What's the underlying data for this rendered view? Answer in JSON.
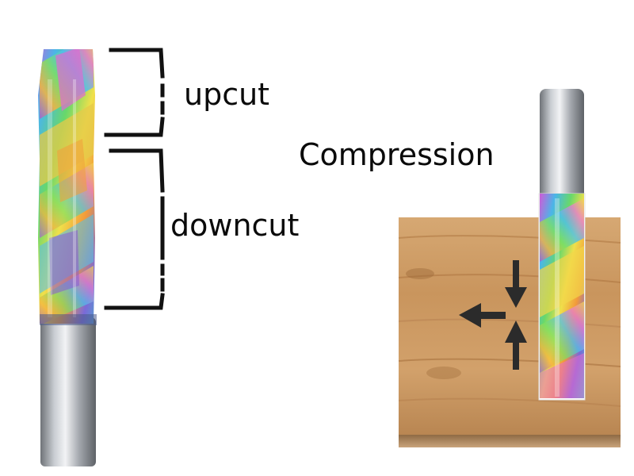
{
  "labels": {
    "upcut": "upcut",
    "downcut": "downcut",
    "compression": "Compression"
  },
  "colors": {
    "text": "#0a0a0a",
    "bracket": "#111111",
    "wood_light": "#cfa06b",
    "wood_dark": "#a8743f",
    "shank": "#a9adb3",
    "arrow": "#2b2b2b"
  },
  "icons": {
    "bit_left": "compression-router-bit",
    "bit_right": "compression-router-bit-in-wood",
    "arrows": [
      "arrow-down-icon",
      "arrow-up-icon",
      "arrow-left-icon"
    ]
  }
}
